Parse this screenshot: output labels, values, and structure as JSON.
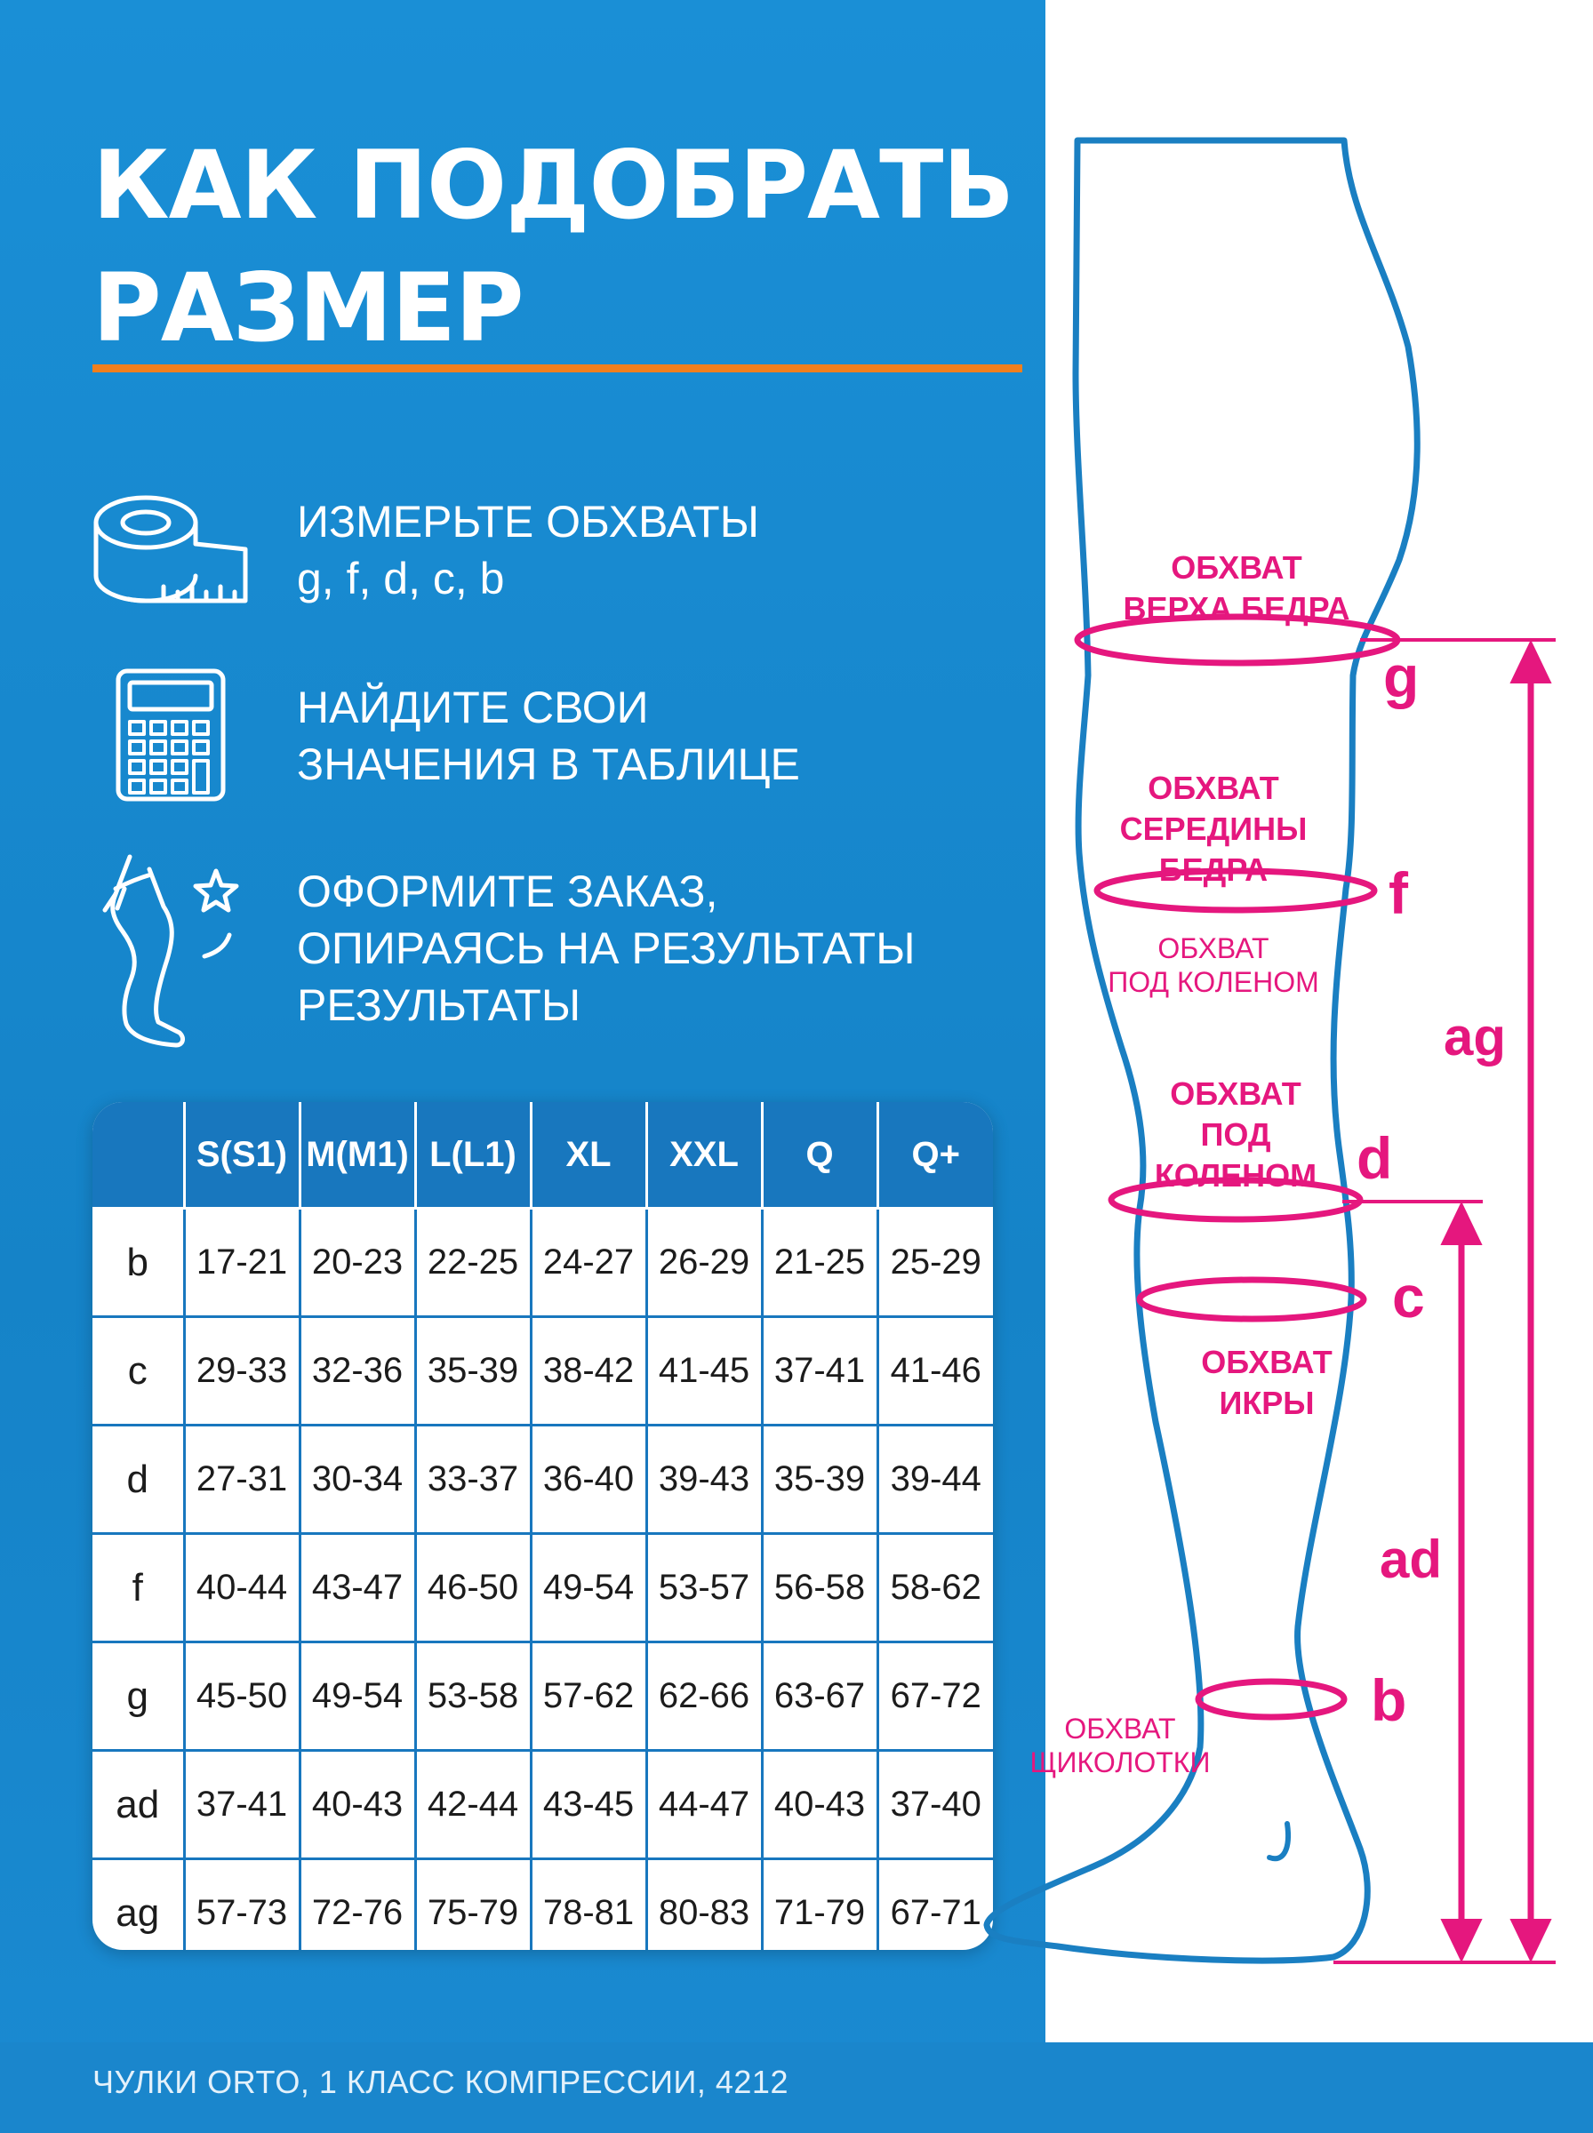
{
  "title": {
    "line1": "КАК ПОДОБРАТЬ",
    "line2": "РАЗМЕР"
  },
  "colors": {
    "blue": "#1a8fd6",
    "accent_orange": "#f07f1e",
    "magenta": "#e5177e",
    "leg_outline": "#1a7fc2"
  },
  "steps": [
    {
      "icon": "measuring-tape-icon",
      "line1": "ИЗМЕРЬТЕ ОБХВАТЫ",
      "line2": "g, f, d, c, b"
    },
    {
      "icon": "calculator-icon",
      "line1": "НАЙДИТЕ СВОИ",
      "line2": "ЗНАЧЕНИЯ В ТАБЛИЦЕ"
    },
    {
      "icon": "leg-star-icon",
      "line1": "ОФОРМИТЕ ЗАКАЗ,",
      "line2": "ОПИРАЯСЬ НА РЕЗУЛЬТАТЫ",
      "line3": "РЕЗУЛЬТАТЫ"
    }
  ],
  "table": {
    "headers": [
      "",
      "S(S1)",
      "M(M1)",
      "L(L1)",
      "XL",
      "XXL",
      "Q",
      "Q+"
    ],
    "rows": [
      [
        "b",
        "17-21",
        "20-23",
        "22-25",
        "24-27",
        "26-29",
        "21-25",
        "25-29"
      ],
      [
        "c",
        "29-33",
        "32-36",
        "35-39",
        "38-42",
        "41-45",
        "37-41",
        "41-46"
      ],
      [
        "d",
        "27-31",
        "30-34",
        "33-37",
        "36-40",
        "39-43",
        "35-39",
        "39-44"
      ],
      [
        "f",
        "40-44",
        "43-47",
        "46-50",
        "49-54",
        "53-57",
        "56-58",
        "58-62"
      ],
      [
        "g",
        "45-50",
        "49-54",
        "53-58",
        "57-62",
        "62-66",
        "63-67",
        "67-72"
      ],
      [
        "ad",
        "37-41",
        "40-43",
        "42-44",
        "43-45",
        "44-47",
        "40-43",
        "37-40"
      ],
      [
        "ag",
        "57-73",
        "72-76",
        "75-79",
        "78-81",
        "80-83",
        "71-79",
        "67-71"
      ]
    ]
  },
  "diagram": {
    "labels": {
      "thigh_top": {
        "line1": "ОБХВАТ",
        "line2": "ВЕРХА БЕДРА"
      },
      "thigh_mid": {
        "line1": "ОБХВАТ",
        "line2": "СЕРЕДИНЫ",
        "line3": "БЕДРА"
      },
      "under_knee_small": {
        "line1": "ОБХВАТ",
        "line2": "ПОД КОЛЕНОМ"
      },
      "under_knee": {
        "line1": "ОБХВАТ",
        "line2": "ПОД",
        "line3": "КОЛЕНОМ"
      },
      "calf": {
        "line1": "ОБХВАТ",
        "line2": "ИКРЫ"
      },
      "ankle": {
        "line1": "ОБХВАТ",
        "line2": "ЩИКОЛОТКИ"
      }
    },
    "letters": {
      "g": "g",
      "f": "f",
      "d": "d",
      "c": "c",
      "b": "b",
      "ag": "ag",
      "ad": "ad"
    }
  },
  "footer": {
    "text": "ЧУЛКИ ORTO, 1 КЛАСС КОМПРЕССИИ, 4212"
  }
}
